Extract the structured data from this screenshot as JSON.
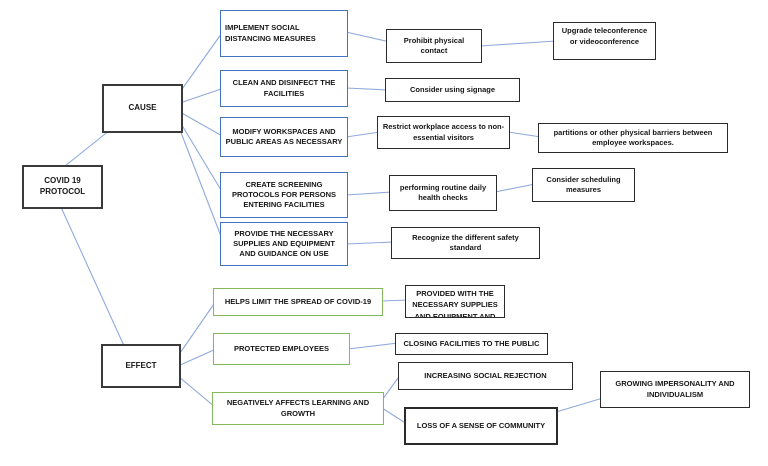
{
  "diagram_title": "COVID 19 PROTOCOL cause and effect diagram",
  "colors": {
    "cause_branch_border": "#4472c4",
    "effect_branch_border": "#84b85a",
    "detail_box_border": "#2b2b2b",
    "root_border": "#3a3a3a",
    "connector_line": "#8faadc",
    "background": "#ffffff"
  },
  "nodes": {
    "root": "COVID 19 PROTOCOL",
    "cause": "CAUSE",
    "effect": "EFFECT",
    "c1": "IMPLEMENT SOCIAL DISTANCING MEASURES",
    "c2": "CLEAN AND DISINFECT THE FACILITIES",
    "c3": "MODIFY WORKSPACES AND PUBLIC AREAS AS NECESSARY",
    "c4": "CREATE SCREENING PROTOCOLS FOR PERSONS ENTERING FACILITIES",
    "c5": "PROVIDE THE NECESSARY SUPPLIES AND EQUIPMENT AND GUIDANCE ON USE",
    "s1": "Prohibit physical contact",
    "s2": "Upgrade teleconference or videoconference",
    "s3": "Consider using signage",
    "s4": "Restrict workplace access to non-essential visitors",
    "s5": "partitions or other physical barriers between employee workspaces.",
    "s6": "performing routine daily health checks",
    "s7": "Consider scheduling measures",
    "s8": "Recognize the different safety standard",
    "e1": "HELPS LIMIT THE SPREAD OF COVID-19",
    "e2": "PROTECTED EMPLOYEES",
    "e3": "NEGATIVELY AFFECTS LEARNING AND GROWTH",
    "t1": "PROVIDED WITH THE NECESSARY SUPPLIES AND EQUIPMENT AND",
    "t2": "CLOSING FACILITIES TO THE PUBLIC",
    "t3": "INCREASING SOCIAL REJECTION",
    "t4": "LOSS OF A SENSE OF COMMUNITY",
    "t5": "GROWING IMPERSONALITY AND INDIVIDUALISM"
  }
}
